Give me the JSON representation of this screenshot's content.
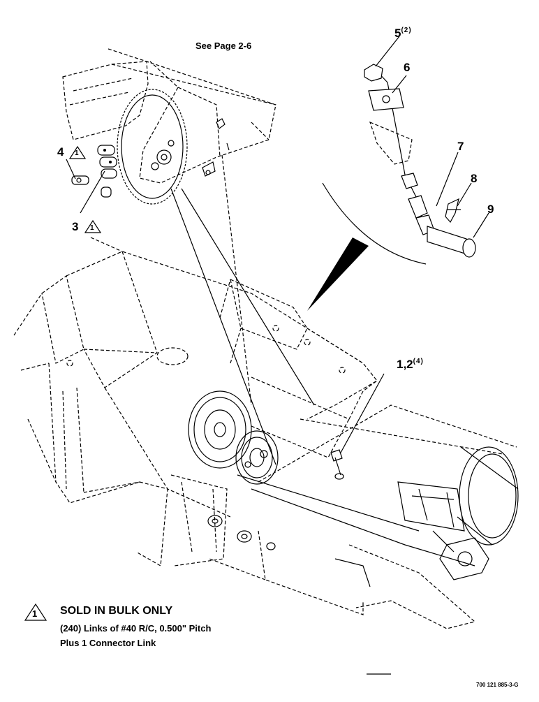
{
  "reference": "See Page 2-6",
  "callouts": {
    "c1": {
      "label": "1,2",
      "qty": "(4)"
    },
    "c3": {
      "label": "3",
      "note": "1"
    },
    "c4": {
      "label": "4",
      "note": "1"
    },
    "c5": {
      "label": "5",
      "qty": "(2)"
    },
    "c6": {
      "label": "6"
    },
    "c7": {
      "label": "7"
    },
    "c8": {
      "label": "8"
    },
    "c9": {
      "label": "9"
    }
  },
  "note": {
    "symbol": "1",
    "heading": "SOLD IN BULK ONLY",
    "line1": "(240) Links of #40 R/C, 0.500\" Pitch",
    "line2": "Plus 1 Connector Link"
  },
  "doc_id": "700 121 885-3-G"
}
